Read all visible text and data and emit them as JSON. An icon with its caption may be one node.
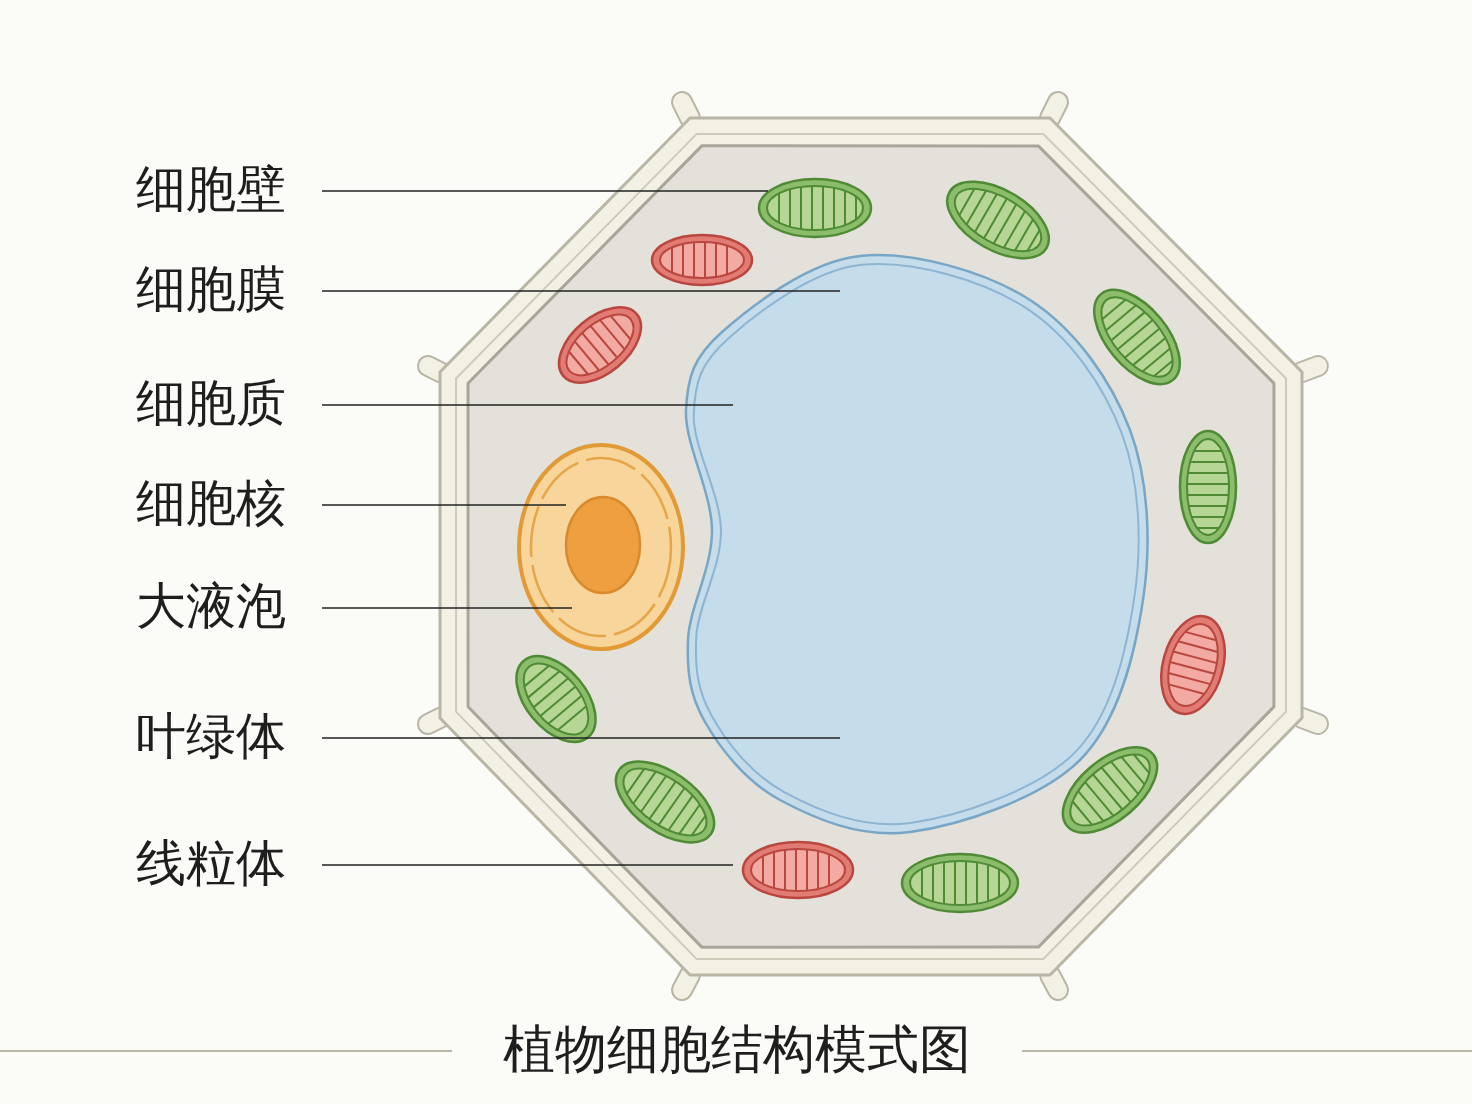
{
  "diagram": {
    "caption": "植物细胞结构模式图",
    "nodes": [
      {
        "text": [
          "细胞壁"
        ]
      },
      {
        "text": [
          "细胞膜"
        ]
      },
      {
        "text": [
          "细胞质"
        ]
      },
      {
        "text": [
          "细胞核"
        ]
      },
      {
        "text": [
          "大液泡"
        ]
      },
      {
        "text": [
          "叶绿体"
        ]
      },
      {
        "text": [
          "线粒体"
        ]
      }
    ],
    "edges": [
      {
        "from": 0,
        "to": null,
        "arrow": "none"
      },
      {
        "from": 1,
        "to": null,
        "arrow": "none"
      },
      {
        "from": 2,
        "to": null,
        "arrow": "none"
      },
      {
        "from": 3,
        "to": null,
        "arrow": "none"
      },
      {
        "from": 4,
        "to": null,
        "arrow": "none"
      },
      {
        "from": 5,
        "to": null,
        "arrow": "none"
      },
      {
        "from": 6,
        "to": null,
        "arrow": "none"
      }
    ]
  }
}
